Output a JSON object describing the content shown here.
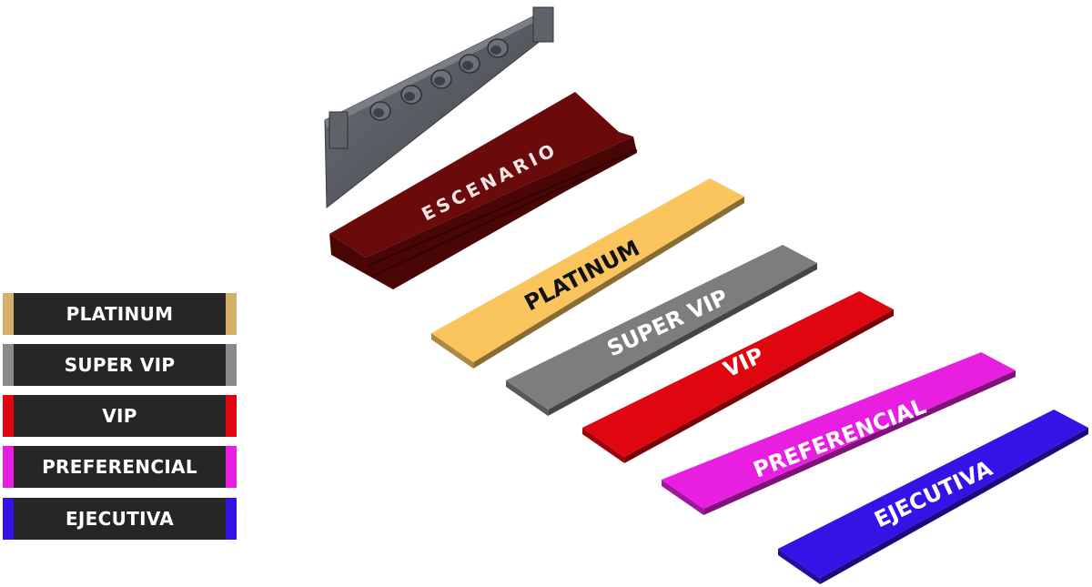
{
  "stage": {
    "label": "ESCENARIO"
  },
  "zones": [
    {
      "id": "platinum",
      "label": "PLATINUM",
      "color": "#f9c55c",
      "legend_accent": "#d4b06a",
      "text_color": "#111111"
    },
    {
      "id": "super-vip",
      "label": "SUPER VIP",
      "color": "#7d7d7d",
      "legend_accent": "#8a8a8a",
      "text_color": "#ffffff"
    },
    {
      "id": "vip",
      "label": "VIP",
      "color": "#e0060f",
      "legend_accent": "#e0060f",
      "text_color": "#ffffff"
    },
    {
      "id": "preferencial",
      "label": "PREFERENCIAL",
      "color": "#e81ee0",
      "legend_accent": "#e81ee0",
      "text_color": "#ffffff"
    },
    {
      "id": "ejecutiva",
      "label": "EJECUTIVA",
      "color": "#3512e6",
      "legend_accent": "#3512e6",
      "text_color": "#ffffff"
    }
  ],
  "colors": {
    "stage_top": "#6b0a0a",
    "stage_front": "#4a0505",
    "truss": "#5b5f66",
    "legend_bg": "#262626"
  }
}
